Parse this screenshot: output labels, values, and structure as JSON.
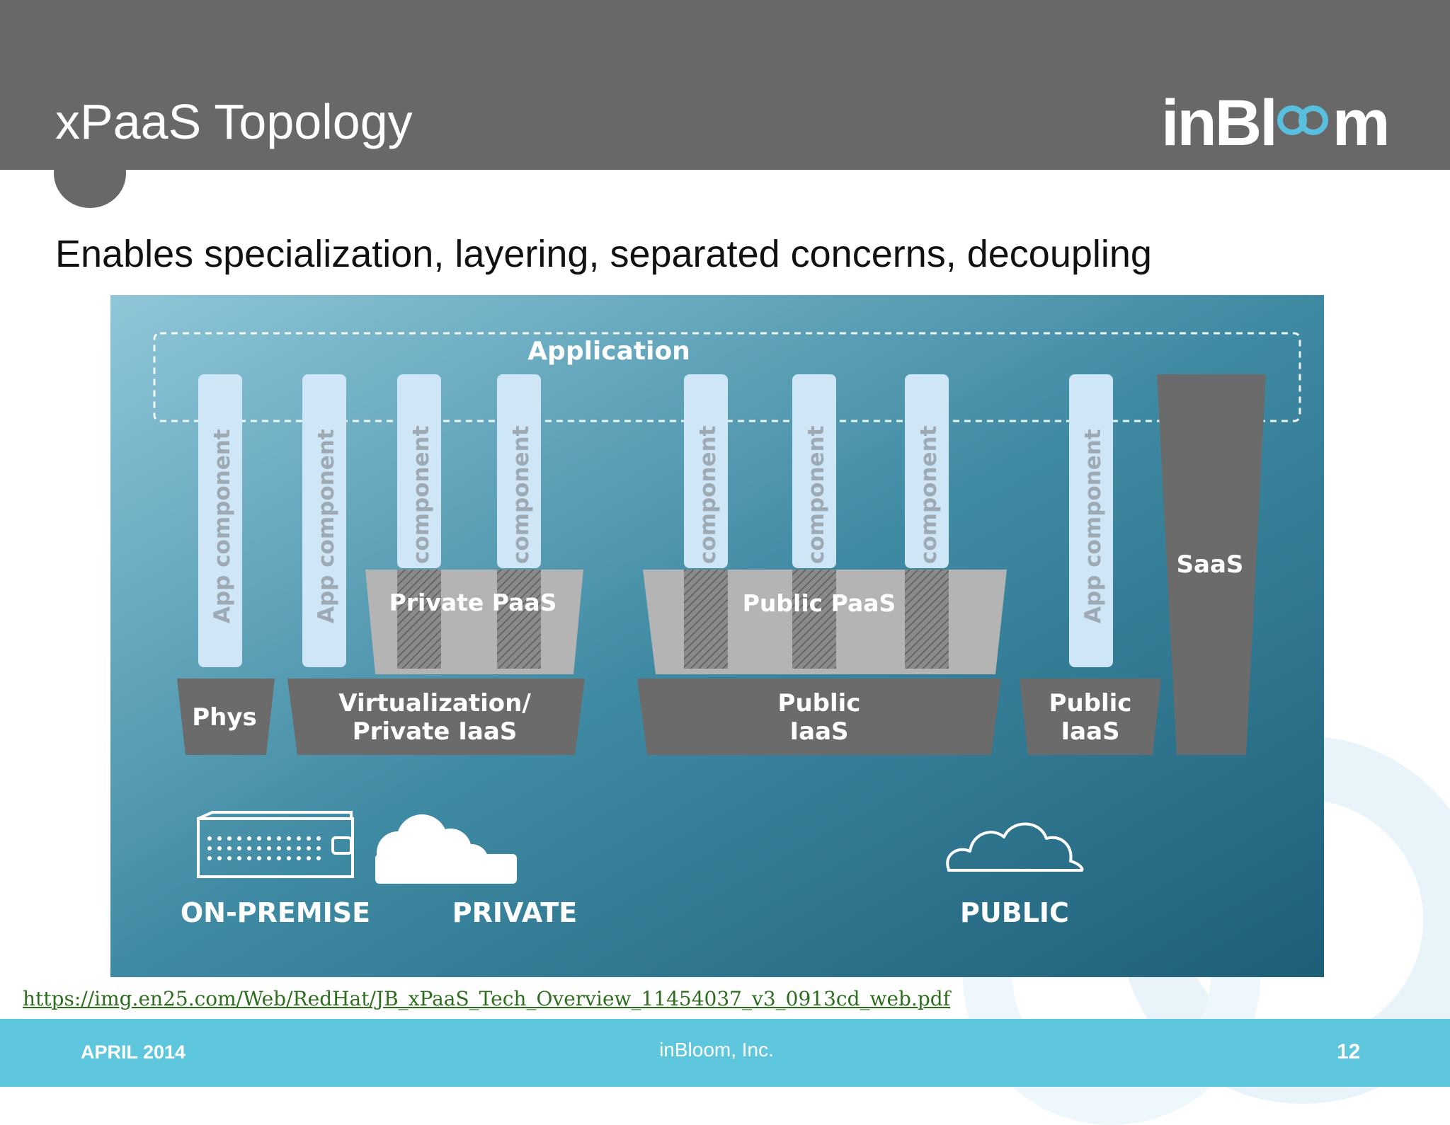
{
  "slide": {
    "title": "xPaaS Topology",
    "subtitle": "Enables specialization, layering, separated concerns, decoupling",
    "logo_text_left": "inBl",
    "logo_text_right": "m",
    "source_link": "https://img.en25.com/Web/RedHat/JB_xPaaS_Tech_Overview_11454037_v3_0913cd_web.pdf"
  },
  "diagram": {
    "application_label": "Application",
    "app_component_label": "App component",
    "component_label": "component",
    "private_paas_label": "Private PaaS",
    "public_paas_label": "Public PaaS",
    "saas_label": "SaaS",
    "phys_label": "Phys",
    "virtualization_line1": "Virtualization/",
    "virtualization_line2": "Private IaaS",
    "public_iaas_line1": "Public",
    "public_iaas_line2": "IaaS",
    "on_premise_label": "ON-PREMISE",
    "private_label": "PRIVATE",
    "public_label": "PUBLIC",
    "server_icon": "server-rack-icon",
    "private_cloud_icon": "cloud-filled-icon",
    "public_cloud_icon": "cloud-outline-icon",
    "colors": {
      "gradient_start": "#8fc6d8",
      "gradient_end": "#1e5f78",
      "component": "#cfe6f7",
      "paas": "#b4b4b4",
      "infra": "#6b6b6b",
      "icon": "#ffffff"
    }
  },
  "footer": {
    "date": "APRIL 2014",
    "company": "inBloom, Inc.",
    "page_number": "12"
  }
}
